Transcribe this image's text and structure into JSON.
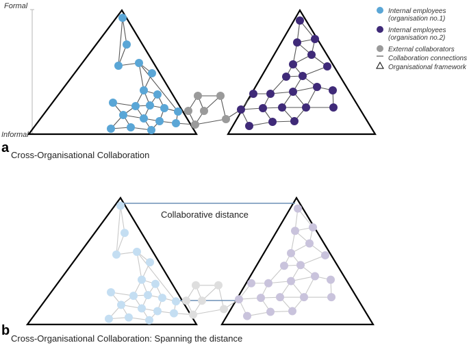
{
  "axis": {
    "top_label": "Formal",
    "bottom_label": "Informal"
  },
  "legend": [
    {
      "label": "Internal employees\n(organisation no.1)",
      "marker": "circle",
      "color": "#5aa6d6"
    },
    {
      "label": "Internal employees\n(organisation no.2)",
      "marker": "circle",
      "color": "#3f2a78"
    },
    {
      "label": "External collaborators",
      "marker": "circle",
      "color": "#9a9a9a"
    },
    {
      "label": "Collaboration connections",
      "marker": "line",
      "color": "#555555"
    },
    {
      "label": "Organisational framework",
      "marker": "triangle",
      "color": "#000000"
    }
  ],
  "panel_a": {
    "letter": "a",
    "caption": "Cross-Organisational Collaboration"
  },
  "panel_b": {
    "letter": "b",
    "caption": "Cross-Organisational Collaboration: Spanning the distance",
    "distance_label": "Collaborative distance"
  },
  "colors": {
    "org1": "#5aa6d6",
    "org2": "#3f2a78",
    "external": "#9a9a9a",
    "org1_faded": "#c4def2",
    "org2_faded": "#c9c3dc",
    "external_faded": "#dedede",
    "edge": "#555555",
    "edge_faded": "#c8c8c8",
    "distance_line": "#6b8fb5"
  }
}
